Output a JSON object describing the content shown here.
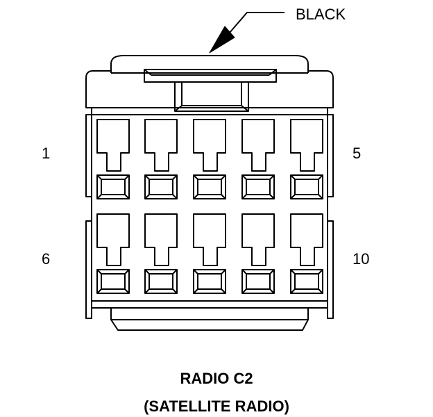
{
  "callout": {
    "color_label": "BLACK"
  },
  "pin_labels": {
    "top_left": "1",
    "top_right": "5",
    "bottom_left": "6",
    "bottom_right": "10"
  },
  "caption": {
    "line1": "RADIO C2",
    "line2": "(SATELLITE RADIO)"
  },
  "colors": {
    "stroke": "#000000",
    "background": "#ffffff"
  },
  "cavity_rows": 2,
  "cavities_per_row": 5
}
